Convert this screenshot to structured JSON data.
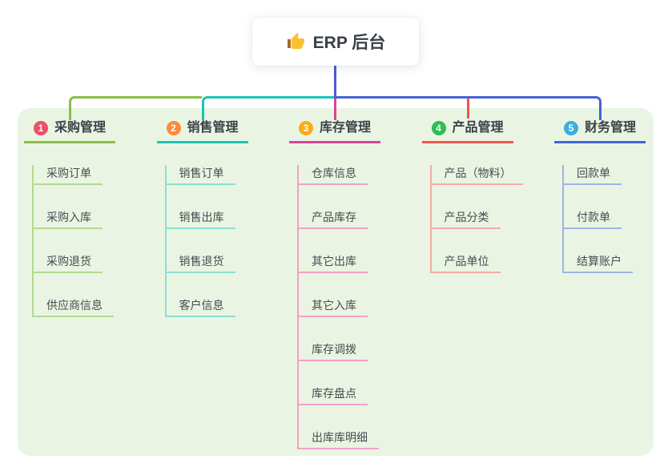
{
  "root": {
    "title": "ERP 后台",
    "icon": "thumbs-up-icon"
  },
  "branches": [
    {
      "index": "1",
      "title": "采购管理",
      "badge_color": "#ef4f63",
      "line_color": "#88bf49",
      "light_color": "#b3d98f",
      "children": [
        "采购订单",
        "采购入库",
        "采购退货",
        "供应商信息"
      ]
    },
    {
      "index": "2",
      "title": "销售管理",
      "badge_color": "#fb8a3e",
      "line_color": "#1ec3b3",
      "light_color": "#8bdfd4",
      "children": [
        "销售订单",
        "销售出库",
        "销售退货",
        "客户信息"
      ]
    },
    {
      "index": "3",
      "title": "库存管理",
      "badge_color": "#fbab19",
      "line_color": "#d8439a",
      "light_color": "#f2a0ca",
      "children": [
        "仓库信息",
        "产品库存",
        "其它出库",
        "其它入库",
        "库存调拨",
        "库存盘点",
        "出库库明细"
      ]
    },
    {
      "index": "4",
      "title": "产品管理",
      "badge_color": "#2dbd52",
      "line_color": "#f15450",
      "light_color": "#f8aba4",
      "children": [
        "产品（物料）",
        "产品分类",
        "产品单位"
      ]
    },
    {
      "index": "5",
      "title": "财务管理",
      "badge_color": "#3aaede",
      "line_color": "#4663d6",
      "light_color": "#9fb4e8",
      "children": [
        "回款单",
        "付款单",
        "结算账户"
      ]
    }
  ],
  "colors": {
    "background_panel": "#e9f5e2",
    "root_stem": "#4a5ad2"
  }
}
